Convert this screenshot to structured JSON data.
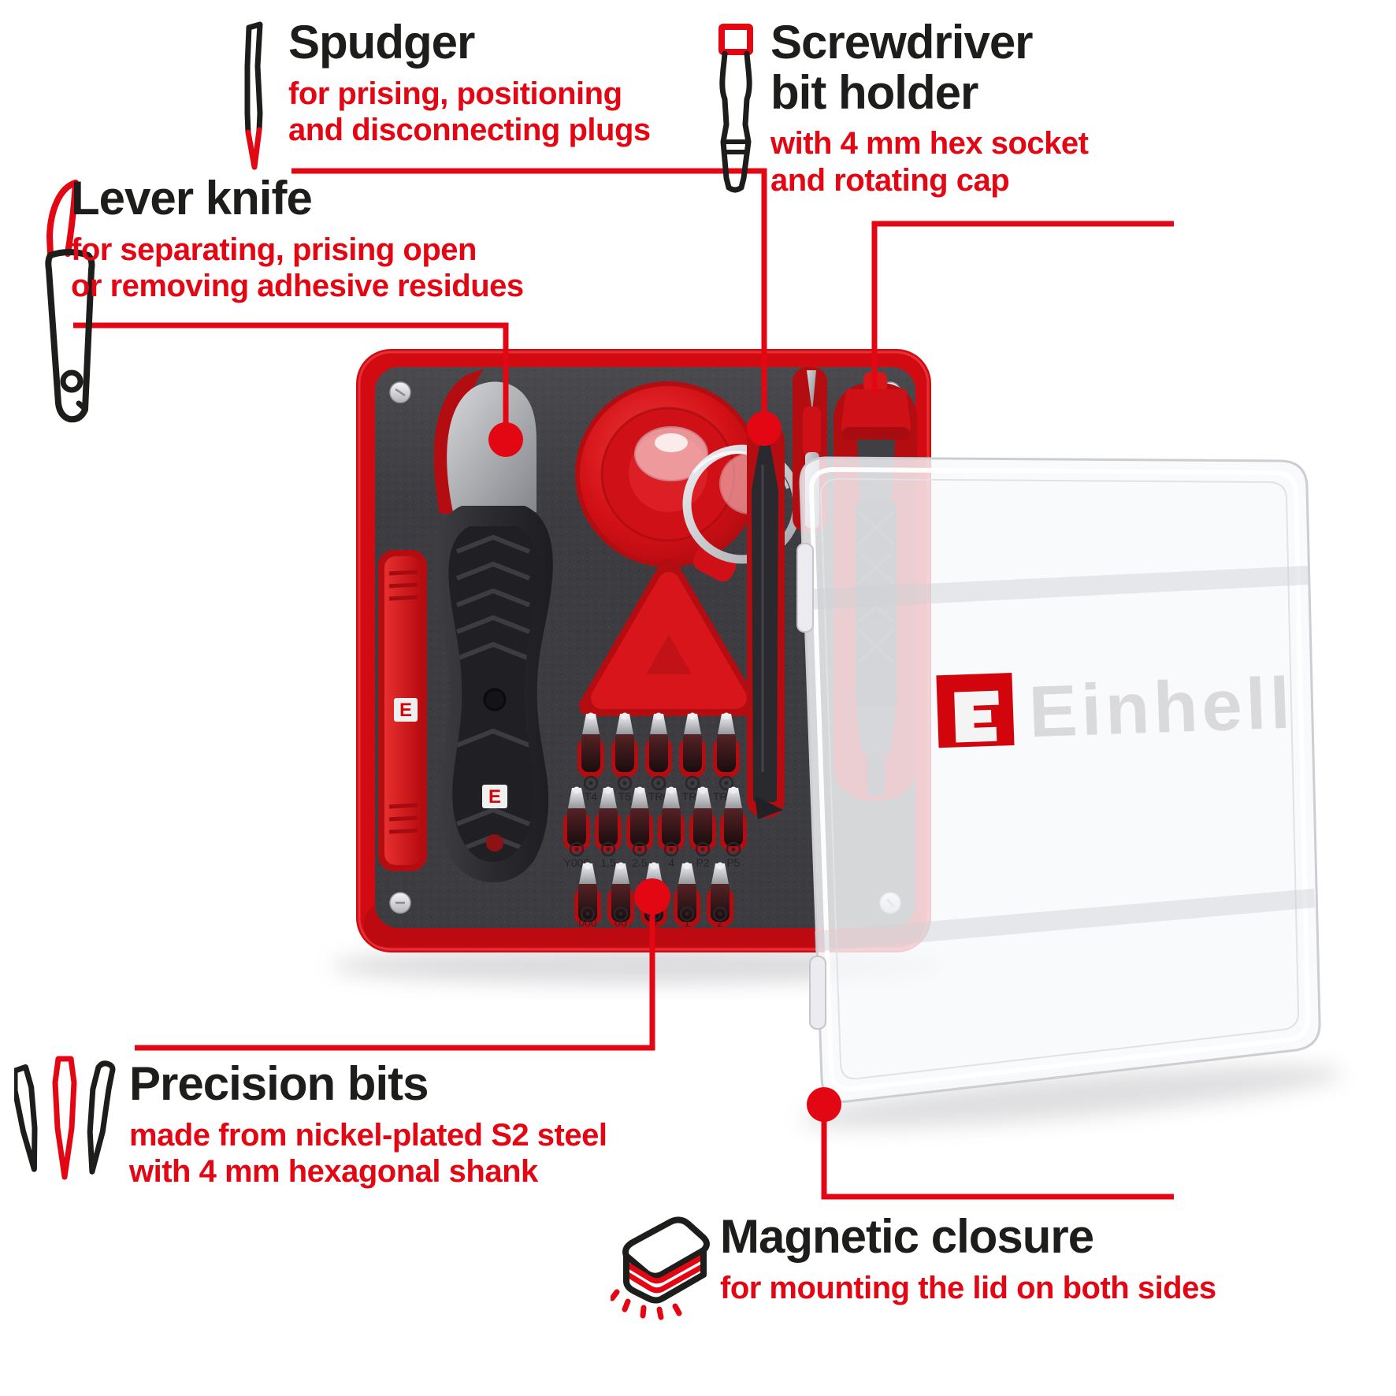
{
  "colors": {
    "accent_red": "#e30613",
    "case_red": "#d20b12",
    "foam_gray": "#3d3d41",
    "logo_red": "#d3050c",
    "title_black": "#1d1d1b",
    "logo_gray": "#dadadd"
  },
  "callouts": {
    "spudger": {
      "title": "Spudger",
      "desc1": "for prising, positioning",
      "desc2": "and disconnecting plugs"
    },
    "lever_knife": {
      "title": "Lever knife",
      "desc1": "for separating, prising open",
      "desc2": "or removing adhesive residues"
    },
    "bit_holder": {
      "title1": "Screwdriver",
      "title2": "bit holder",
      "desc1": "with 4 mm hex socket",
      "desc2": "and rotating cap"
    },
    "precision_bits": {
      "title": "Precision bits",
      "desc1": "made from nickel-plated S2 steel",
      "desc2": "with 4 mm hexagonal shank"
    },
    "magnetic_closure": {
      "title": "Magnetic closure",
      "desc1": "for mounting the lid on both sides"
    }
  },
  "product": {
    "brand": "Einhell",
    "logo_letter": "E",
    "bit_rows": {
      "row1": [
        "T4",
        "T5",
        "TR6",
        "TR8",
        "TR10"
      ],
      "row2": [
        "Y000",
        "1.5",
        "2.5",
        "4",
        "P2",
        "P5"
      ],
      "row3": [
        "000",
        "00",
        "0",
        "1",
        "2"
      ]
    }
  }
}
